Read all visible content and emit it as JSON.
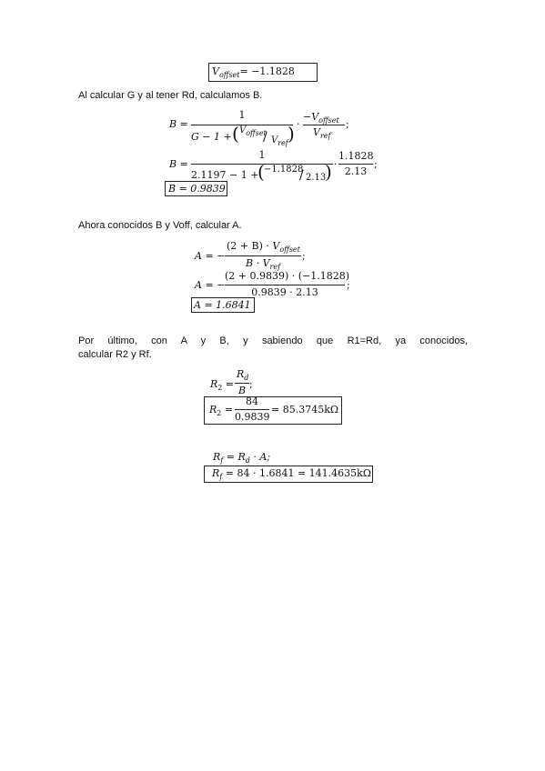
{
  "voffset_result": {
    "lhs_sub": "offset",
    "rhs": "= −1.1828"
  },
  "para1": "Al calcular G y al tener Rd, calculamos B.",
  "eqB1": {
    "lhs": "B =",
    "num": "1",
    "den_left": "G − 1 +",
    "inner_num_sub": "offset",
    "inner_den_sub": "ref",
    "rhs_num_sub": "offset",
    "rhs_den_sub": "ref",
    "tail": ";"
  },
  "eqB2": {
    "lhs": "B =",
    "num": "1",
    "den_left": "2.1197 − 1 +",
    "inner_num": "−1.1828",
    "inner_den": "2.13",
    "rhs_num": "1.1828",
    "rhs_den": "2.13",
    "tail": ";"
  },
  "eqB3": "B = 0.9839",
  "para2": "Ahora conocidos B y Voff, calcular A.",
  "eqA1": {
    "lhs": "A = −",
    "num_left": "(2 + B) ·",
    "num_sub": "offset",
    "den_left": "B ·",
    "den_sub": "ref",
    "tail": ";"
  },
  "eqA2": {
    "lhs": "A = −",
    "num": "(2 + 0.9839) · (−1.1828)",
    "den": "0.9839 · 2.13",
    "tail": ";"
  },
  "eqA3": "A = 1.6841",
  "para3_line1": "Por último, con A y B, y sabiendo que R1=Rd, ya conocidos,",
  "para3_line2": "calcular R2 y Rf.",
  "eqR1": {
    "lhs_sub": "2",
    "num_sub": "d",
    "den": "B",
    "tail": ";"
  },
  "eqR2": {
    "lhs_sub": "2",
    "num": "84",
    "den": "0.9839",
    "rhs": "= 85.3745kΩ"
  },
  "eqRf1": {
    "lhs_sub": "f",
    "rhs_sub": "d",
    "tail": "· A;"
  },
  "eqRf2": {
    "lhs_sub": "f",
    "rhs": "= 84 · 1.6841 = 141.4635kΩ"
  }
}
